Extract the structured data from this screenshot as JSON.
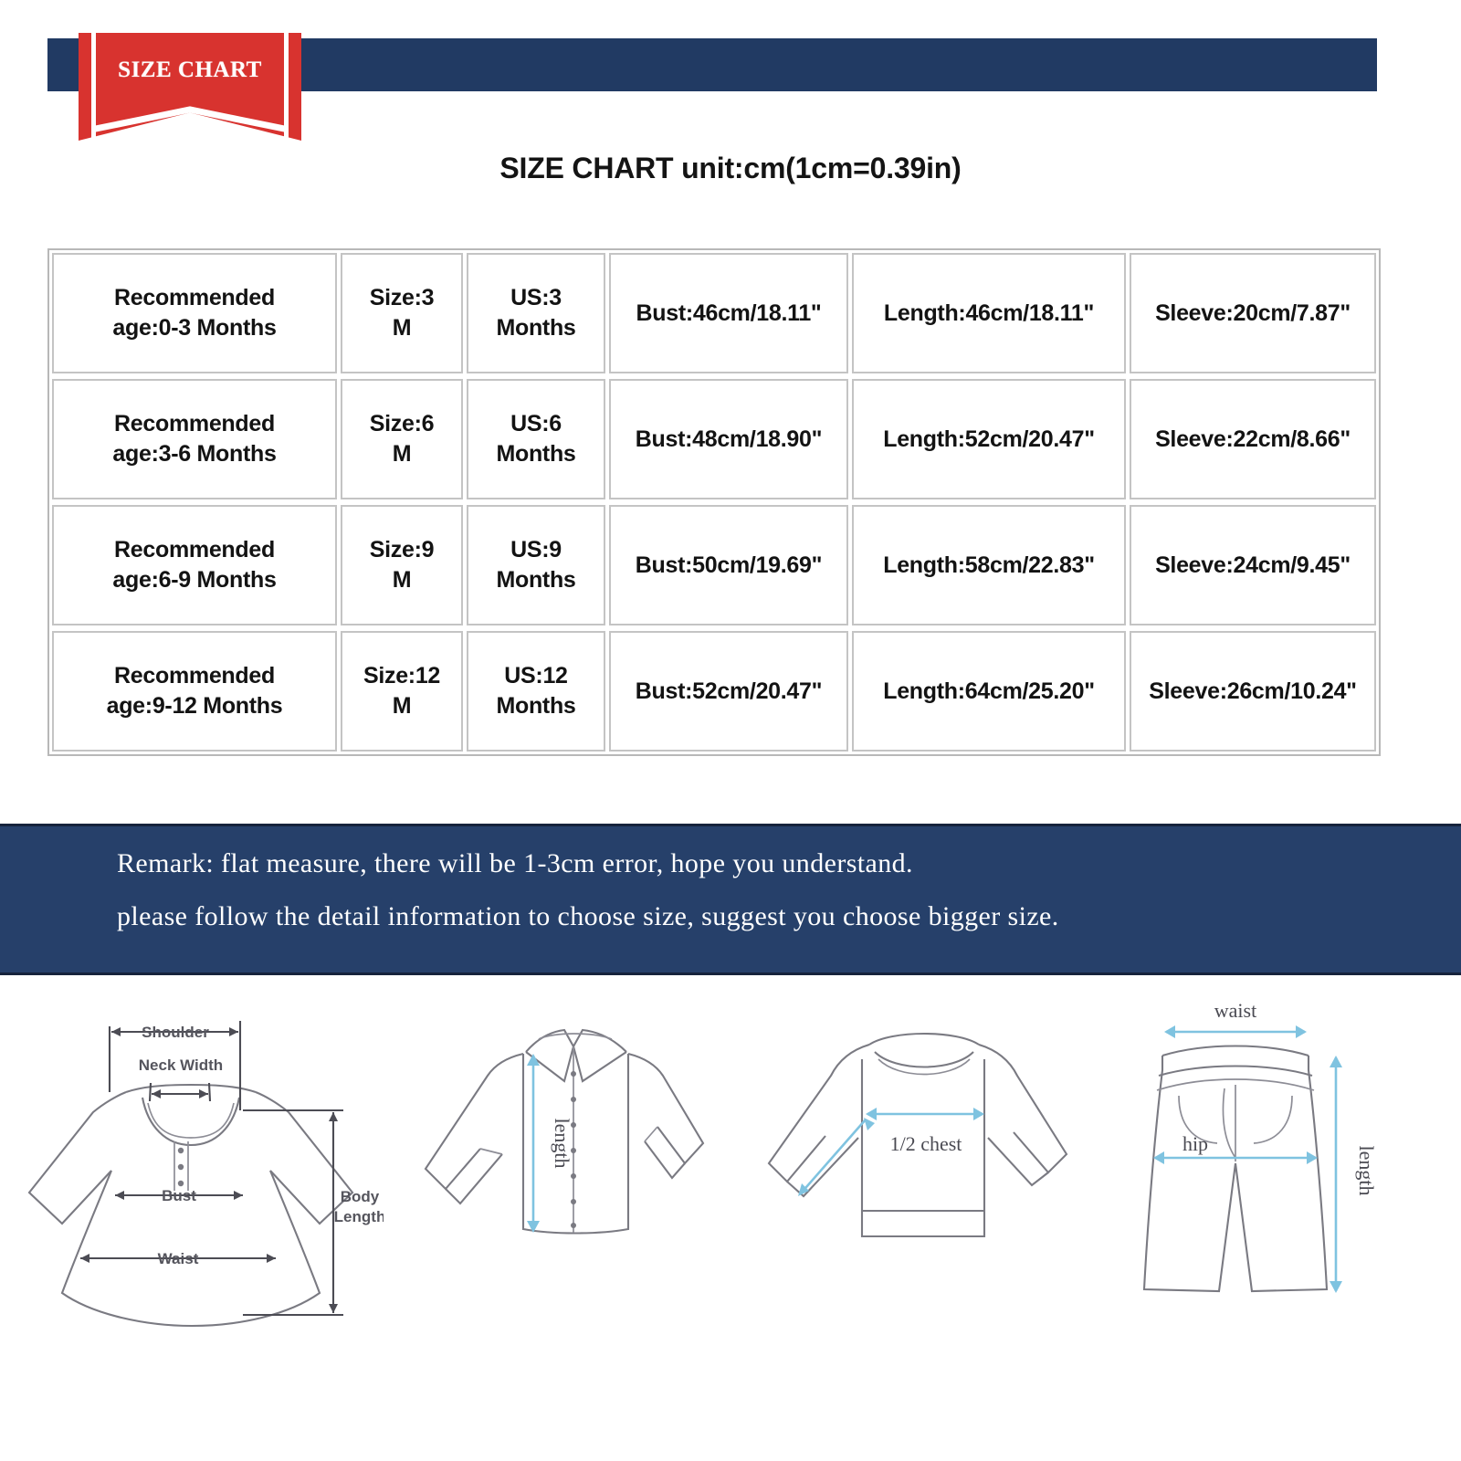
{
  "banner": {
    "ribbon_label": "SIZE CHART",
    "navy_color": "#213a63",
    "red_color": "#d8332f"
  },
  "title": "SIZE CHART unit:cm(1cm=0.39in)",
  "table": {
    "columns": [
      "age",
      "size",
      "us",
      "bust",
      "length",
      "sleeve"
    ],
    "rows": [
      {
        "age": "Recommended\nage:0-3 Months",
        "size": "Size:3\nM",
        "us": "US:3\nMonths",
        "bust": "Bust:46cm/18.11\"",
        "length": "Length:46cm/18.11\"",
        "sleeve": "Sleeve:20cm/7.87\""
      },
      {
        "age": "Recommended\nage:3-6 Months",
        "size": "Size:6\nM",
        "us": "US:6\nMonths",
        "bust": "Bust:48cm/18.90\"",
        "length": "Length:52cm/20.47\"",
        "sleeve": "Sleeve:22cm/8.66\""
      },
      {
        "age": "Recommended\nage:6-9 Months",
        "size": "Size:9\nM",
        "us": "US:9\nMonths",
        "bust": "Bust:50cm/19.69\"",
        "length": "Length:58cm/22.83\"",
        "sleeve": "Sleeve:24cm/9.45\""
      },
      {
        "age": "Recommended\nage:9-12 Months",
        "size": "Size:12\nM",
        "us": "US:12\nMonths",
        "bust": "Bust:52cm/20.47\"",
        "length": "Length:64cm/25.20\"",
        "sleeve": "Sleeve:26cm/10.24\""
      }
    ]
  },
  "remark": {
    "line1": "Remark: flat measure, there will be 1-3cm error, hope you understand.",
    "line2": "please follow the detail information to choose size, suggest you choose bigger size."
  },
  "diagrams": {
    "dress": {
      "name": "dress",
      "labels": {
        "shoulder": "Shoulder",
        "neck_width": "Neck Width",
        "bust": "Bust",
        "waist": "Waist",
        "body_length_1": "Body",
        "body_length_2": "Length"
      }
    },
    "shirt": {
      "name": "button-shirt",
      "labels": {
        "length": "length"
      }
    },
    "sweatshirt": {
      "name": "sweatshirt",
      "labels": {
        "half_chest": "1/2 chest"
      }
    },
    "pants": {
      "name": "pants",
      "labels": {
        "waist": "waist",
        "hip": "hip",
        "length": "length"
      }
    }
  }
}
